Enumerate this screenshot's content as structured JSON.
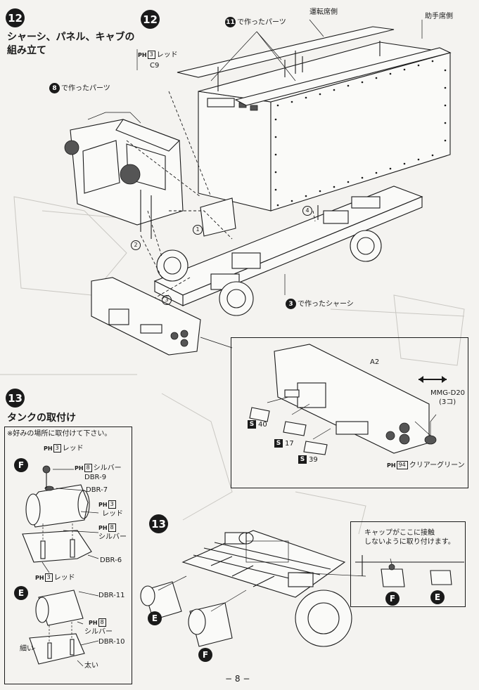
{
  "steps": {
    "step12a": {
      "number": "12",
      "title": "シャーシ、パネル、キャブの\n組み立て"
    },
    "step12b": {
      "number": "12"
    },
    "step13a": {
      "number": "13",
      "title": "タンクの取付け"
    },
    "step13b": {
      "number": "13"
    }
  },
  "labels": {
    "from11": {
      "num": "11",
      "text": "で作ったパーツ"
    },
    "from8": {
      "num": "8",
      "text": "で作ったパーツ"
    },
    "from3": {
      "num": "3",
      "text": "で作ったシャーシ"
    },
    "driver_side": "運転席側",
    "passenger_side": "助手席側",
    "red_c9_paint": {
      "prefix": "PH",
      "num": "3",
      "text": "レッド"
    },
    "red_c9_part": "C9",
    "a2": "A2",
    "s40": {
      "prefix": "S",
      "num": "40"
    },
    "s17": {
      "prefix": "S",
      "num": "17"
    },
    "s39": {
      "prefix": "S",
      "num": "39"
    },
    "mmg": "MMG-D20",
    "mmg_count": "(3コ)",
    "clear_green": {
      "prefix": "PH",
      "num": "94",
      "text": "クリアーグリーン"
    },
    "cap_note": "キャップがここに接触\nしないように取り付けます。",
    "markers": [
      "1",
      "2",
      "3",
      "4"
    ]
  },
  "tank_box": {
    "note": "※好みの場所に取付けて下さい。",
    "f_section": {
      "letter": "F",
      "red": {
        "prefix": "PH",
        "num": "3",
        "text": "レッド"
      },
      "silver": {
        "prefix": "PH",
        "num": "8",
        "text": "シルバー"
      },
      "dbr9": "DBR-9",
      "dbr7": "DBR-7",
      "red2": {
        "prefix": "PH",
        "num": "3",
        "text": "レッド"
      },
      "silver2": {
        "prefix": "PH",
        "num": "8",
        "text": "シルバー"
      },
      "dbr6": "DBR-6",
      "red3": {
        "prefix": "PH",
        "num": "3",
        "text": "レッド"
      }
    },
    "e_section": {
      "letter": "E",
      "dbr11": "DBR-11",
      "silver": {
        "prefix": "PH",
        "num": "8",
        "text": "シルバー"
      },
      "dbr10": "DBR-10",
      "thin": "細い",
      "thick": "太い"
    }
  },
  "letters": {
    "f": "F",
    "e": "E"
  },
  "page_number": "− 8 −"
}
